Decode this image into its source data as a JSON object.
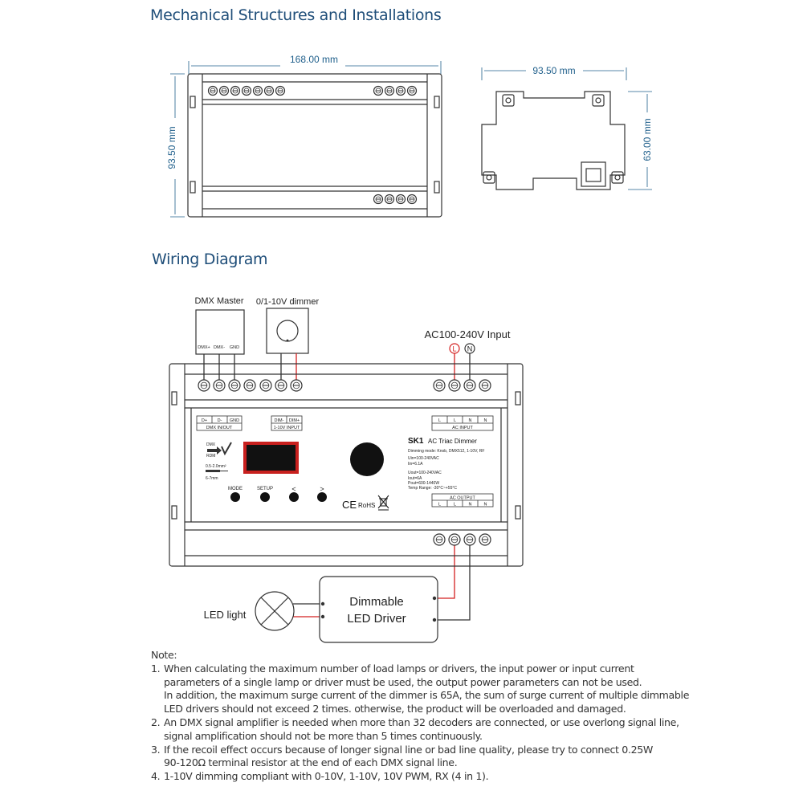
{
  "sections": {
    "mechanical_title": "Mechanical Structures and Installations",
    "wiring_title": "Wiring Diagram"
  },
  "dimensions": {
    "front_width": "168.00 mm",
    "front_height": "93.50 mm",
    "side_width": "93.50 mm",
    "side_height": "63.00 mm"
  },
  "wiring": {
    "dmx_master": "DMX Master",
    "dmx_master_pins": [
      "DMX+",
      "DMX-",
      "GND"
    ],
    "dimmer_label": "0/1-10V dimmer",
    "ac_input_label": "AC100-240V Input",
    "ac_l": "L",
    "ac_n": "N",
    "dmx_port_pins": [
      "D+",
      "D-",
      "GND"
    ],
    "dmx_port_label": "DMX IN/OUT",
    "dim_port_pins": [
      "DIM-",
      "DIM+"
    ],
    "dim_port_label": "1-10V INPUT",
    "ac_input_pins": [
      "L",
      "L",
      "N",
      "N"
    ],
    "ac_input_box_label": "AC INPUT",
    "ac_output_box_label": "AC OUTPUT",
    "ac_output_pins": [
      "L",
      "L",
      "N",
      "N"
    ],
    "mode_dmx": "DMX",
    "mode_rdm": "RDM",
    "wire_spec_1": "0.5-2.0mm²",
    "wire_spec_2": "6-7mm",
    "buttons": [
      "MODE",
      "SETUP",
      "<",
      ">"
    ],
    "model": "SK1",
    "product_name": "AC Triac Dimmer",
    "dimming_mode": "Dimming mode: Knob, DMX512, 1-10V, RF",
    "uin": "Uin=100-240VAC",
    "iin": "Iin=6.1A",
    "uout": "Uout=100-240VAC",
    "iout": "Iout=6A",
    "pout": "Pout=600-1440W",
    "temp": "Temp Range: -30°C~+55°C",
    "cert_ce": "CE",
    "cert_rohs": "RoHS",
    "led_light": "LED light",
    "driver_line1": "Dimmable",
    "driver_line2": "LED Driver"
  },
  "notes": {
    "heading": "Note:",
    "items": [
      {
        "number": "1.",
        "lines": [
          "When calculating the maximum number of load lamps or drivers, the input power or input current",
          "parameters of a single lamp or driver must be used, the output power parameters can not be used.",
          "In addition, the maximum surge current of the dimmer is 65A, the sum of surge current of multiple dimmable",
          "LED drivers should not exceed 2 times. otherwise, the product will be overloaded and damaged."
        ]
      },
      {
        "number": "2.",
        "lines": [
          "An DMX signal amplifier is needed when more than 32 decoders are connected, or use overlong signal line,",
          "signal amplification should not be more than 5 times continuously."
        ]
      },
      {
        "number": "3.",
        "lines": [
          "If the recoil effect occurs because of longer signal line or bad line quality, please try to connect 0.25W",
          "90-120Ω terminal resistor at the end of each DMX signal line."
        ]
      },
      {
        "number": "4.",
        "lines": [
          "1-10V dimming compliant with 0-10V, 1-10V, 10V PWM, RX (4 in 1)."
        ]
      }
    ]
  },
  "colors": {
    "title": "#1f4e79",
    "dimension": "#1f5f8b",
    "line": "#333333",
    "red_wire": "#d42020",
    "display": "#c8201e"
  }
}
